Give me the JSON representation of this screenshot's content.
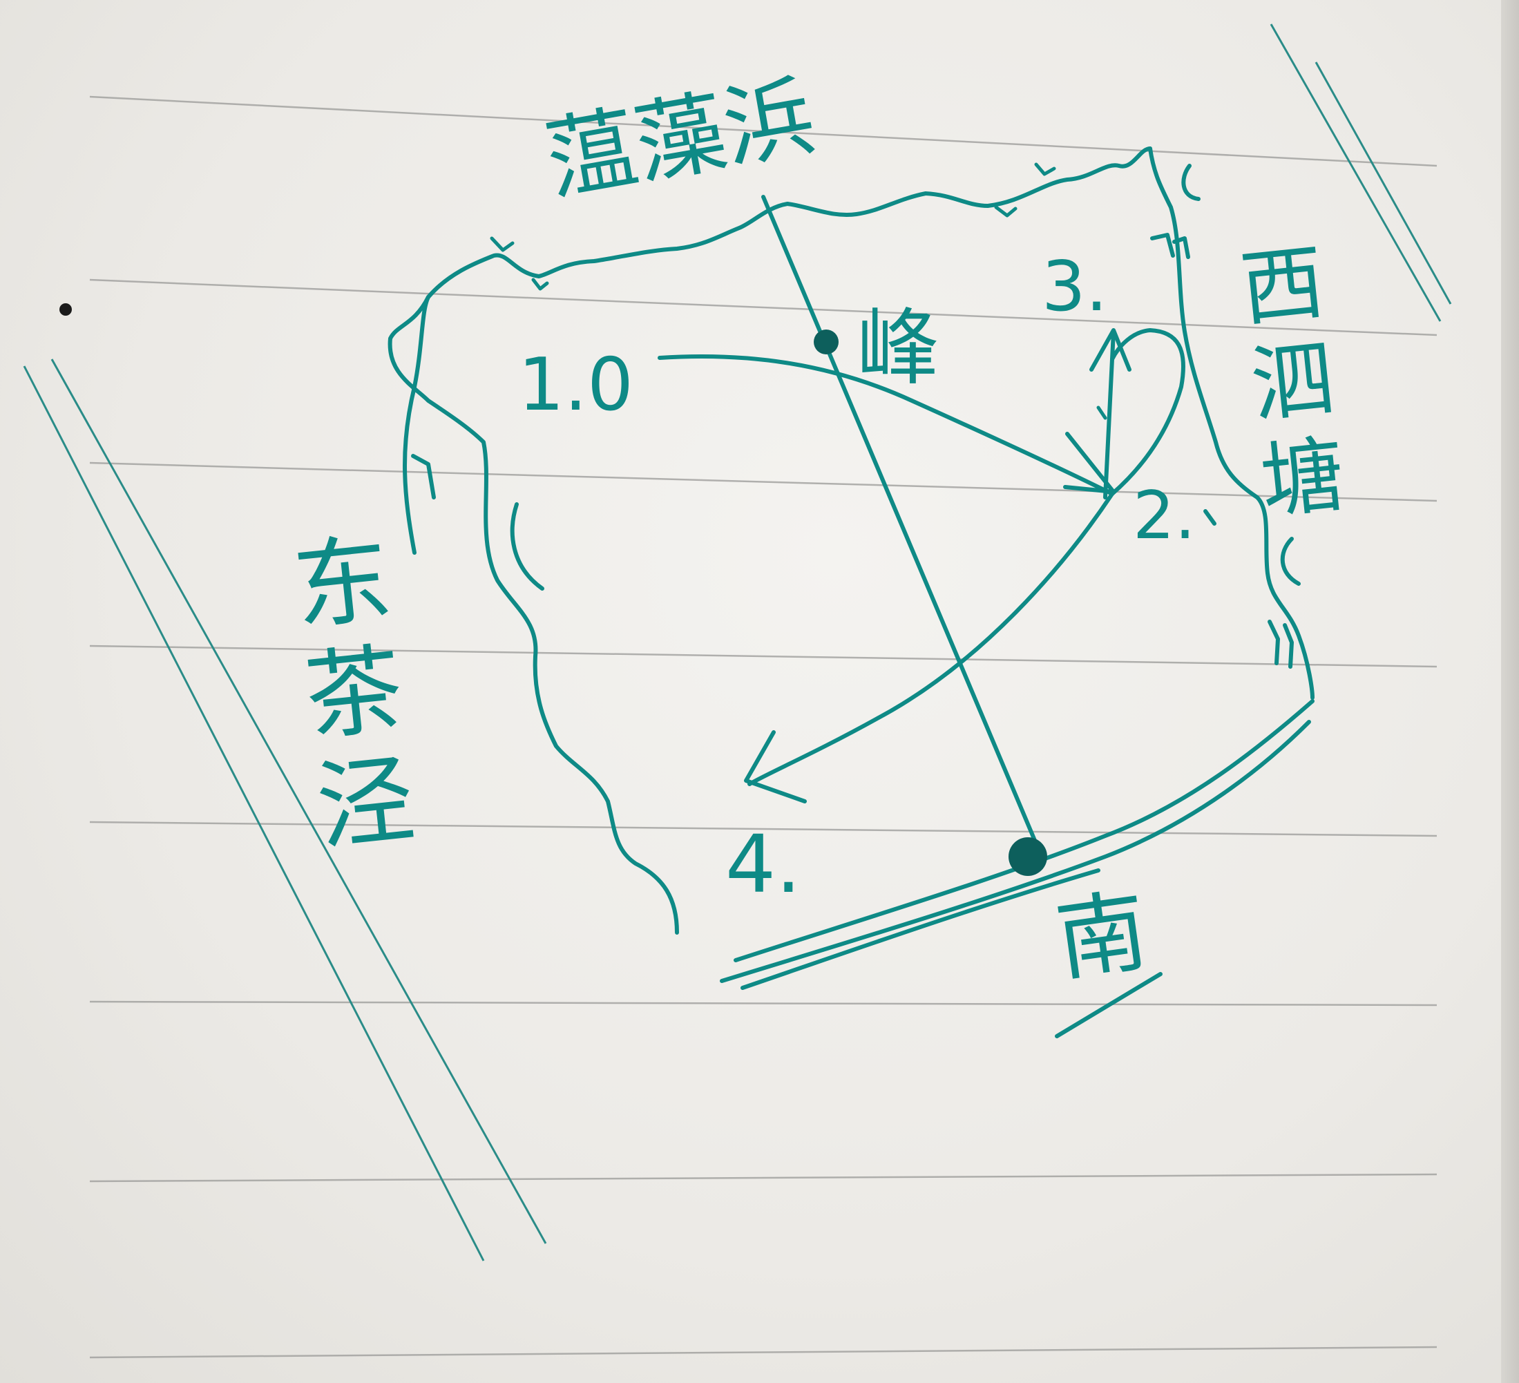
{
  "labels": {
    "north_river": "蕰藻浜",
    "west_river": "西泗塘",
    "east_river": "东茶泾",
    "south_road": "南",
    "node_start": "1.0",
    "node_2": "2.",
    "node_3": "3.",
    "node_4": "4.",
    "junction": "峰"
  },
  "colors": {
    "ink": "#0e8a86",
    "paper": "#eeede9",
    "rule_line": "#9a9a98",
    "margin_line": "#2a8c88"
  }
}
